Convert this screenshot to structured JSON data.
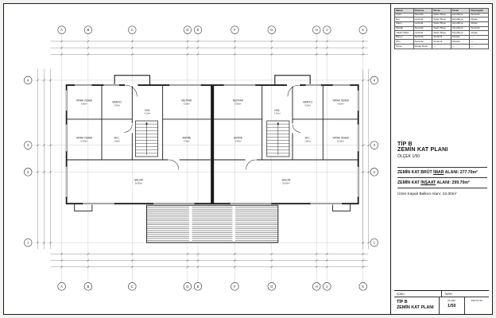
{
  "colors": {
    "paper": "#ffffff",
    "ink": "#1a1a1a",
    "grid_line": "#b4b8be",
    "hatch": "#4a4a4a"
  },
  "grid": {
    "columns": [
      "A",
      "B",
      "C",
      "D",
      "E",
      "F",
      "G",
      "H",
      "J",
      "K"
    ],
    "rows": [
      "4",
      "3",
      "2",
      "1"
    ]
  },
  "schedule": {
    "headers": [
      "Mahal",
      "Döşeme",
      "Duvar",
      "Tavan",
      "Süpürgelik"
    ],
    "rows": [
      [
        "Antre",
        "Seramik",
        "Saten Boya",
        "Alçı+Boya",
        "Seramik"
      ],
      [
        "Hol",
        "Laminat",
        "Saten Boya",
        "Alçı+Boya",
        "Ahşap"
      ],
      [
        "Salon",
        "Laminat",
        "Saten Boya",
        "Alçı+Boya",
        "Ahşap"
      ],
      [
        "Mutfak",
        "Seramik",
        "Saten Boya",
        "Alçı+Boya",
        "Seramik"
      ],
      [
        "Yatak Odası",
        "Laminat",
        "Saten Boya",
        "Alçı+Boya",
        "Ahşap"
      ],
      [
        "Banyo",
        "Seramik",
        "Seramik",
        "Alçıpan",
        "—"
      ],
      [
        "W.C.",
        "Seramik",
        "Seramik",
        "Alçıpan",
        "—"
      ],
      [
        "Teras",
        "Ahşap Deck",
        "—",
        "—",
        "—"
      ]
    ]
  },
  "plan_info": {
    "tip": "TİP B",
    "plan": "ZEMİN KAT PLANI",
    "scale": "ÖLÇEK 1/50"
  },
  "areas": {
    "brut_prefix": "ZEMİN KAT BRÜT ",
    "brut_em": "İMAR",
    "brut_suffix": " ALANI: 277.70m²",
    "insaat_prefix": "ZEMİN KAT ",
    "insaat_em": "İNŞAAT",
    "insaat_suffix": " ALANI: 299.70m²",
    "balkon": "Üzeri Kapalı Balkon Alanı:  22.00m²"
  },
  "title_block": {
    "konu_label": "KONU",
    "tarih_label": "TARİH",
    "tip": "TİP B",
    "plan": "ZEMİN KAT PLANI",
    "olcek_label": "ÖLÇEK",
    "olcek_value": "1/50",
    "pafta_label": "PAFTA NO",
    "pafta_value": ""
  },
  "rooms": [
    {
      "name": "YATAK ODASI",
      "area": "9.80m²"
    },
    {
      "name": "BANYO",
      "area": "4.20m²"
    },
    {
      "name": "MUTFAK",
      "area": "8.60m²"
    },
    {
      "name": "YATAK ODASI",
      "area": "10.60m²"
    },
    {
      "name": "W.C.",
      "area": "1.80m²"
    },
    {
      "name": "ANTRE",
      "area": "5.40m²"
    },
    {
      "name": "HOL",
      "area": "4.10m²"
    },
    {
      "name": "SALON",
      "area": "26.40m²"
    }
  ]
}
